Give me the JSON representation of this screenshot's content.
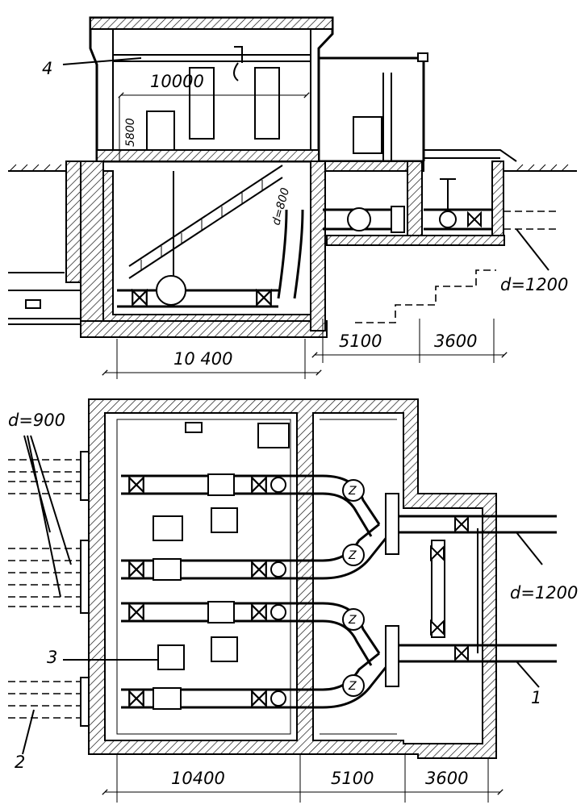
{
  "section_view": {
    "callout_crane": "4",
    "dim_span": "10000",
    "dim_height": "5800",
    "pipe_diameter_label": "d=800",
    "outlet_diameter_label": "d=1200",
    "dims_bottom": [
      "10 400",
      "5100",
      "3600"
    ]
  },
  "plan_view": {
    "inlet_diameter_label": "d=900",
    "outlet_diameter_label": "d=1200",
    "pump_marks": [
      "Z",
      "Z",
      "Z",
      "Z"
    ],
    "callouts": [
      "1",
      "2",
      "3"
    ],
    "dims_bottom": [
      "10400",
      "5100",
      "3600"
    ]
  }
}
